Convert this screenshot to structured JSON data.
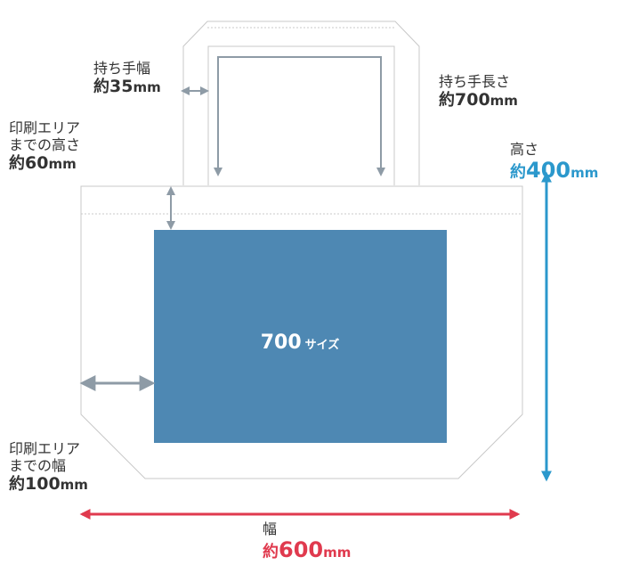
{
  "colors": {
    "print_area": "#4e88b3",
    "outline": "#c8c8c8",
    "arrow_gray": "#8e9ba6",
    "height_blue": "#2b98cc",
    "width_red": "#e03a4e",
    "text": "#333333"
  },
  "print_area": {
    "label_num": "700",
    "label_text": "サイズ"
  },
  "labels": {
    "handle_width": {
      "title": "持ち手幅",
      "prefix": "約",
      "number": "35",
      "unit": "mm"
    },
    "handle_length": {
      "title": "持ち手長さ",
      "prefix": "約",
      "number": "700",
      "unit": "mm"
    },
    "print_top": {
      "title_line1": "印刷エリア",
      "title_line2": "までの高さ",
      "prefix": "約",
      "number": "60",
      "unit": "mm"
    },
    "height": {
      "title": "高さ",
      "prefix": "約",
      "number": "400",
      "unit": "mm"
    },
    "print_side": {
      "title_line1": "印刷エリア",
      "title_line2": "までの幅",
      "prefix": "約",
      "number": "100",
      "unit": "mm"
    },
    "width": {
      "title": "幅",
      "prefix": "約",
      "number": "600",
      "unit": "mm"
    }
  }
}
